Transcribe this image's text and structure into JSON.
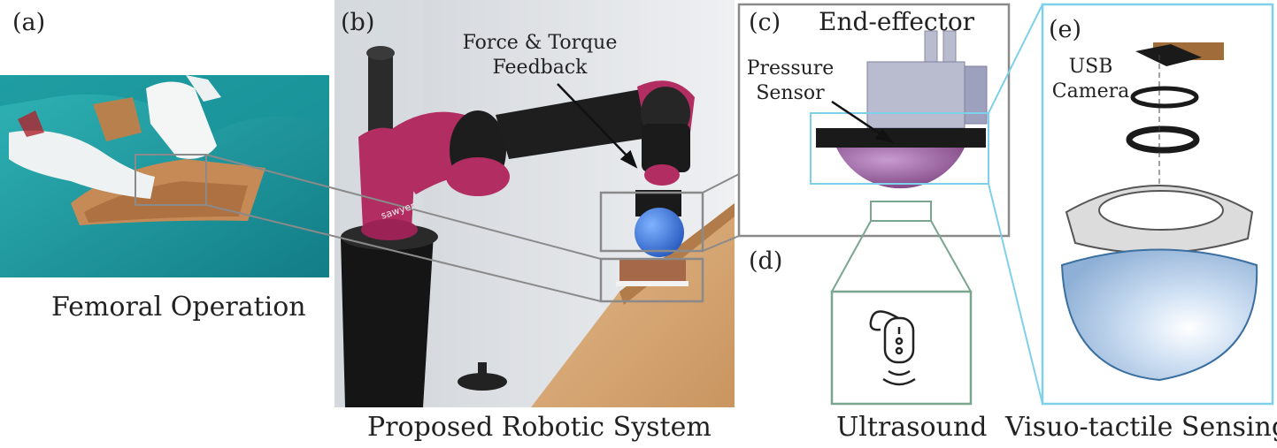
{
  "panels": {
    "a": {
      "label": "(a)",
      "caption": "Femoral Operation"
    },
    "b": {
      "label": "(b)",
      "caption": "Proposed Robotic System",
      "annotation": [
        "Force & Torque",
        "Feedback"
      ],
      "arm_brand": "sawyer"
    },
    "c": {
      "label": "(c)",
      "title": "End-effector",
      "annotation": [
        "Pressure",
        "Sensor"
      ]
    },
    "d": {
      "label": "(d)",
      "caption": "Ultrasound"
    },
    "e": {
      "label": "(e)",
      "caption": "Visuo-tactile Sensing",
      "annotation": [
        "USB",
        "Camera"
      ]
    }
  },
  "colors": {
    "gray_frame": "#8a8a8a",
    "green_frame": "#7aa58e",
    "cyan_frame": "#7fd0ea",
    "robot_pink": "#b22d62",
    "sphere_purple": "#9a5a9a",
    "drape_teal": "#1aa0a4",
    "hemisphere_blue": "#8fb6dc"
  },
  "icons": [
    "ultrasound-probe-icon",
    "wave-icon"
  ]
}
